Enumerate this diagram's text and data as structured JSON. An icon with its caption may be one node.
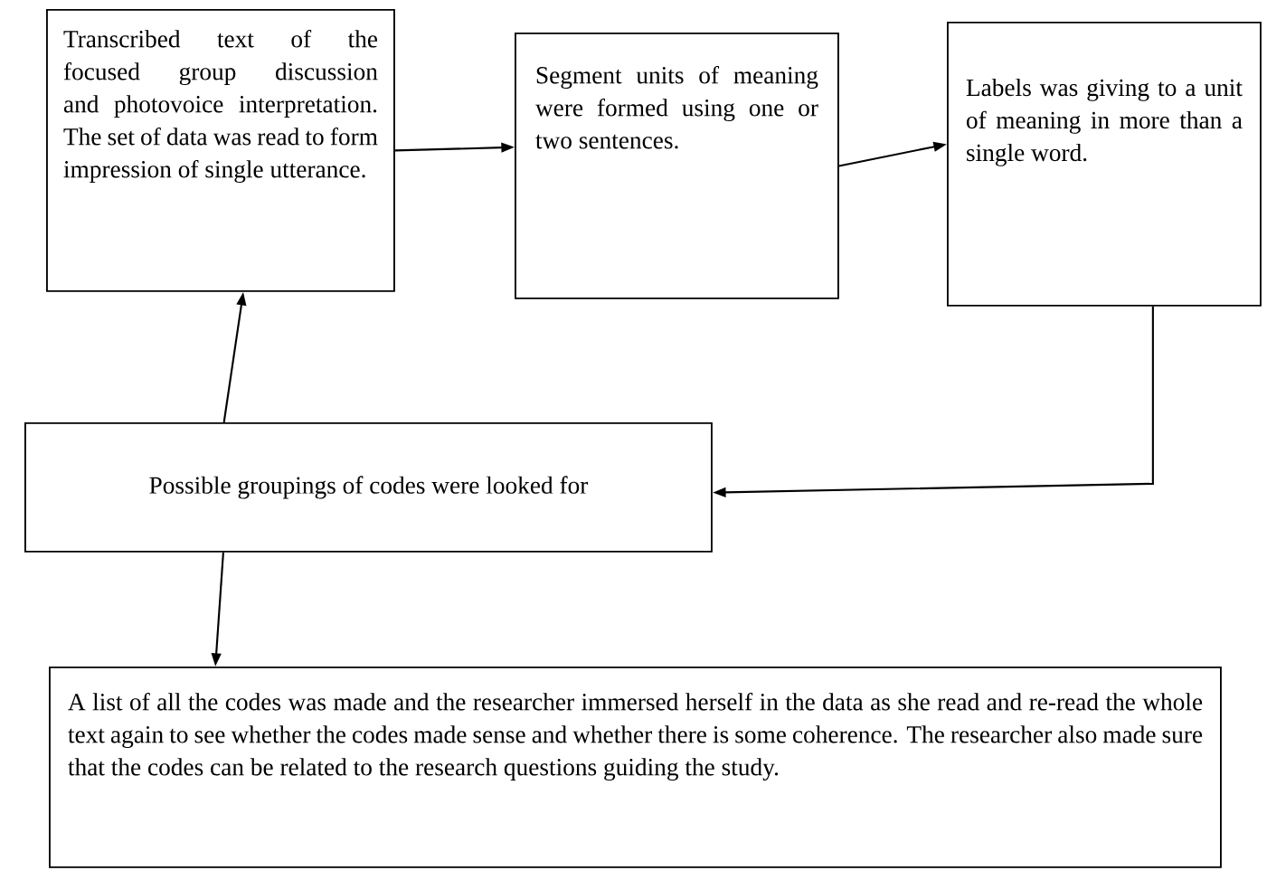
{
  "diagram": {
    "nodes": [
      {
        "text": [
          "Transcribed text of the focused group discussion and photovoice interpretation. The set of data was read to form impression of single utterance."
        ]
      },
      {
        "text": [
          "Segment units of meaning were formed using one or two sentences."
        ]
      },
      {
        "text": [
          "Labels was giving to a unit of meaning in more than a single word."
        ]
      },
      {
        "text": [
          "Possible groupings of codes were looked for"
        ]
      },
      {
        "text": [
          "A list of all the codes was made and the researcher immersed herself in the data as she read and re-read the whole text again to see whether the codes made sense and whether there is some coherence. The researcher also made sure that the codes can be related to the research questions guiding the study."
        ]
      }
    ],
    "edges": [
      {
        "from": 0,
        "to": 1,
        "arrow": "to"
      },
      {
        "from": 1,
        "to": 2,
        "arrow": "to"
      },
      {
        "from": 2,
        "to": 3,
        "arrow": "to"
      },
      {
        "from": 3,
        "to": 0,
        "arrow": "to"
      },
      {
        "from": 3,
        "to": 4,
        "arrow": "to"
      }
    ]
  }
}
